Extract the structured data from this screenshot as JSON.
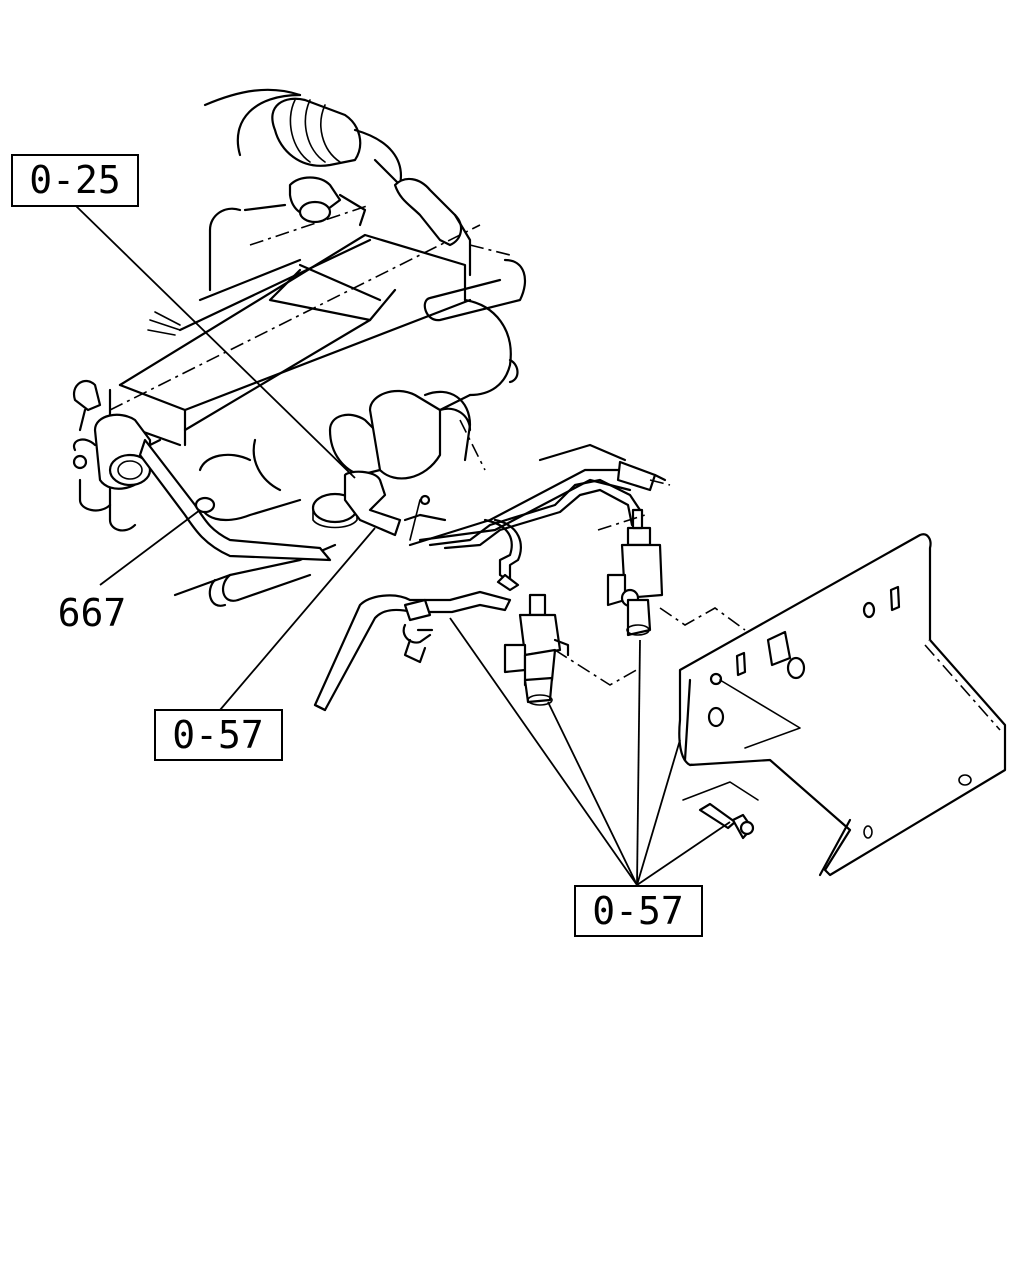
{
  "callouts": {
    "c1": "0-25",
    "c2": "667",
    "c3": "0-57",
    "c4": "0-57"
  }
}
